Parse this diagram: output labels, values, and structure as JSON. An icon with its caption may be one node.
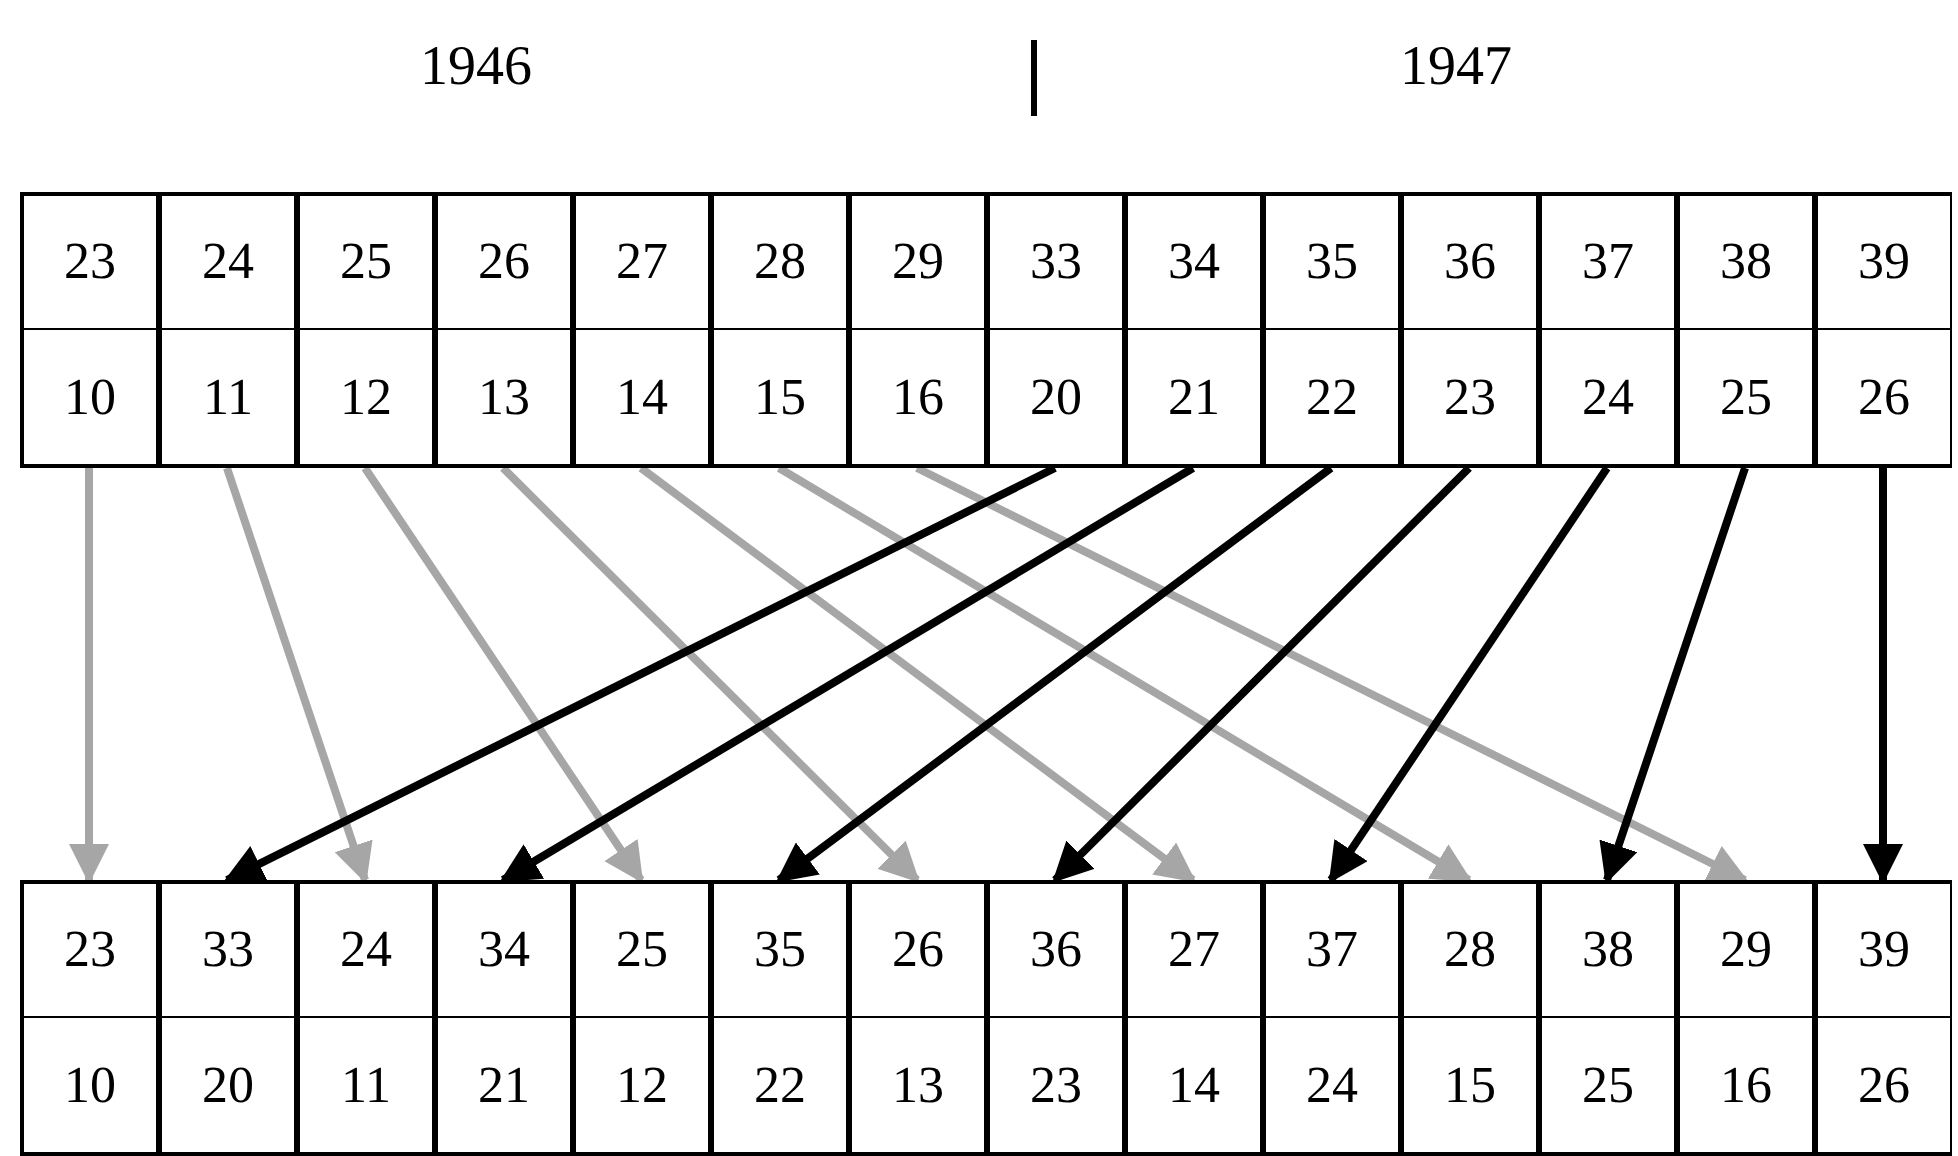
{
  "diagram": {
    "nodes": [
      {
        "text": [
          "23",
          "10"
        ]
      },
      {
        "text": [
          "24",
          "11"
        ]
      },
      {
        "text": [
          "25",
          "12"
        ]
      },
      {
        "text": [
          "26",
          "13"
        ]
      },
      {
        "text": [
          "27",
          "14"
        ]
      },
      {
        "text": [
          "28",
          "15"
        ]
      },
      {
        "text": [
          "29",
          "16"
        ]
      },
      {
        "text": [
          "33",
          "20"
        ]
      },
      {
        "text": [
          "34",
          "21"
        ]
      },
      {
        "text": [
          "35",
          "22"
        ]
      },
      {
        "text": [
          "36",
          "23"
        ]
      },
      {
        "text": [
          "37",
          "24"
        ]
      },
      {
        "text": [
          "38",
          "25"
        ]
      },
      {
        "text": [
          "39",
          "26"
        ]
      },
      {
        "text": [
          "23",
          "10"
        ]
      },
      {
        "text": [
          "33",
          "20"
        ]
      },
      {
        "text": [
          "24",
          "11"
        ]
      },
      {
        "text": [
          "34",
          "21"
        ]
      },
      {
        "text": [
          "25",
          "12"
        ]
      },
      {
        "text": [
          "35",
          "22"
        ]
      },
      {
        "text": [
          "26",
          "13"
        ]
      },
      {
        "text": [
          "36",
          "23"
        ]
      },
      {
        "text": [
          "27",
          "14"
        ]
      },
      {
        "text": [
          "37",
          "24"
        ]
      },
      {
        "text": [
          "28",
          "15"
        ]
      },
      {
        "text": [
          "38",
          "25"
        ]
      },
      {
        "text": [
          "29",
          "16"
        ]
      },
      {
        "text": [
          "39",
          "26"
        ]
      }
    ],
    "edges": [
      {
        "from": 0,
        "to": 14,
        "arrow": "to",
        "color": "#a6a6a6"
      },
      {
        "from": 1,
        "to": 16,
        "arrow": "to",
        "color": "#a6a6a6"
      },
      {
        "from": 2,
        "to": 18,
        "arrow": "to",
        "color": "#a6a6a6"
      },
      {
        "from": 3,
        "to": 20,
        "arrow": "to",
        "color": "#a6a6a6"
      },
      {
        "from": 4,
        "to": 22,
        "arrow": "to",
        "color": "#a6a6a6"
      },
      {
        "from": 5,
        "to": 24,
        "arrow": "to",
        "color": "#a6a6a6"
      },
      {
        "from": 6,
        "to": 26,
        "arrow": "to",
        "color": "#a6a6a6"
      },
      {
        "from": 7,
        "to": 15,
        "arrow": "to",
        "color": "#000000"
      },
      {
        "from": 8,
        "to": 17,
        "arrow": "to",
        "color": "#000000"
      },
      {
        "from": 9,
        "to": 19,
        "arrow": "to",
        "color": "#000000"
      },
      {
        "from": 10,
        "to": 21,
        "arrow": "to",
        "color": "#000000"
      },
      {
        "from": 11,
        "to": 23,
        "arrow": "to",
        "color": "#000000"
      },
      {
        "from": 12,
        "to": 25,
        "arrow": "to",
        "color": "#000000"
      },
      {
        "from": 13,
        "to": 27,
        "arrow": "to",
        "color": "#000000"
      }
    ],
    "labels": [
      "1946",
      "1947"
    ]
  }
}
